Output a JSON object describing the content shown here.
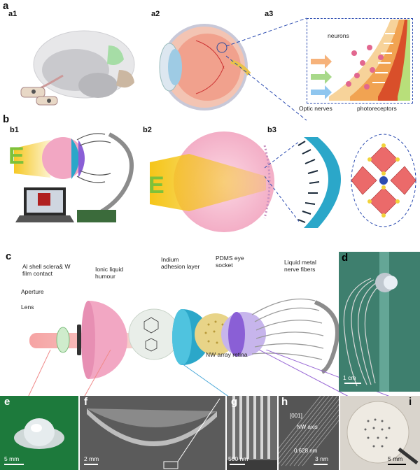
{
  "panels": {
    "a": "a",
    "a1": "a1",
    "a2": "a2",
    "a3": "a3",
    "b": "b",
    "b1": "b1",
    "b2": "b2",
    "b3": "b3",
    "c": "c",
    "d": "d",
    "e": "e",
    "f": "f",
    "g": "g",
    "h": "h",
    "i": "i"
  },
  "a3_labels": {
    "neurons": "neurons",
    "optic_nerves": "Optic nerves",
    "photoreceptors": "photoreceptors"
  },
  "c_labels": {
    "al_shell": "Al shell sclera& W",
    "film_contact": "film contact",
    "ionic_liquid": "Ionic liquid",
    "humour": "humour",
    "indium": "Indium",
    "adhesion": "adhesion layer",
    "pdms": "PDMS eye",
    "socket": "socket",
    "liquid_metal": "Liquid metal",
    "nerve_fibers": "nerve fibers",
    "aperture": "Aperture",
    "lens": "Lens",
    "nw_array": "NW array retina"
  },
  "scalebars": {
    "d": "1 cm",
    "e": "5 mm",
    "f": "2 mm",
    "g": "500 nm",
    "h": "3 nm",
    "i": "5 mm"
  },
  "h_labels": {
    "dir": "[001]",
    "nw_axis": "NW axis",
    "spacing": "0.628 nm"
  },
  "glyphs": {
    "E": "E"
  },
  "colors": {
    "beam": "#f5c518",
    "retina_blue": "#2ba7c9",
    "socket_purple": "#8a5fd6",
    "eye_pink": "#f2a7c3",
    "optic_nerve": "#e98a2f"
  }
}
